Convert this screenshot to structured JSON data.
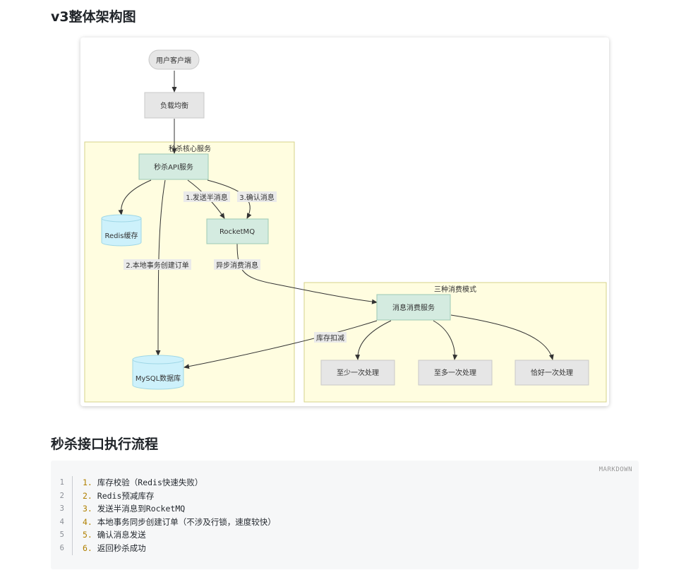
{
  "headings": {
    "architecture": "v3整体架构图",
    "flow": "秒杀接口执行流程"
  },
  "diagram": {
    "nodes": {
      "client": "用户客户端",
      "lb": "负载均衡",
      "api": "秒杀API服务",
      "redis": "Redis缓存",
      "mq": "RocketMQ",
      "mysql": "MySQL数据库",
      "consumer": "消息消费服务",
      "at_least": "至少一次处理",
      "at_most": "至多一次处理",
      "exactly": "恰好一次处理"
    },
    "groups": {
      "core": "秒杀核心服务",
      "modes": "三种消费模式"
    },
    "edges": {
      "send_half": "1.发送半消息",
      "confirm": "3.确认消息",
      "local_tx": "2.本地事务创建订单",
      "async": "异步消费消息",
      "stock": "库存扣减"
    },
    "colors": {
      "group_fill": "#fffde0",
      "group_stroke": "#d6d28a",
      "node_fill": "#d4ebe0",
      "node_stroke": "#9cc9b3",
      "gray_fill": "#e6e6e6",
      "cyl_fill": "#cdf1fb"
    }
  },
  "code": {
    "language": "MARKDOWN",
    "lines": [
      {
        "ln": "1",
        "num": "1.",
        "text": " 库存校验（Redis快速失败）"
      },
      {
        "ln": "2",
        "num": "2.",
        "text": " Redis预减库存"
      },
      {
        "ln": "3",
        "num": "3.",
        "text": " 发送半消息到RocketMQ"
      },
      {
        "ln": "4",
        "num": "4.",
        "text": " 本地事务同步创建订单（不涉及行锁，速度较快）"
      },
      {
        "ln": "5",
        "num": "5.",
        "text": " 确认消息发送"
      },
      {
        "ln": "6",
        "num": "6.",
        "text": " 返回秒杀成功"
      }
    ]
  }
}
